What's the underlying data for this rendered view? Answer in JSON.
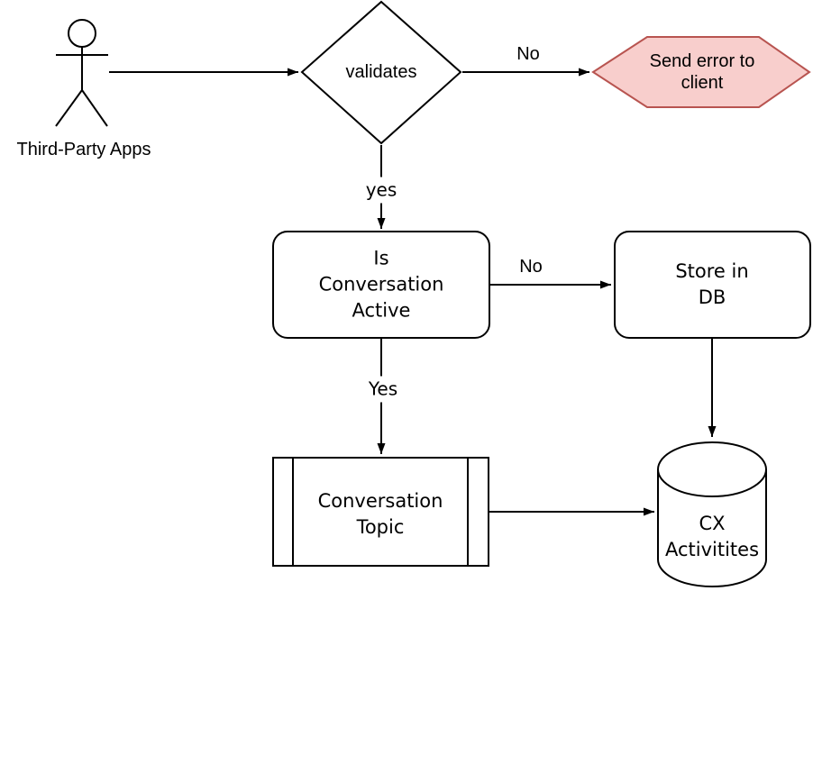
{
  "colors": {
    "background": "#ffffff",
    "line": "#000000",
    "error_fill": "#f8cecc",
    "error_stroke": "#b85450"
  },
  "diagram": {
    "actor": {
      "label": "Third-Party Apps"
    },
    "nodes": {
      "validates": {
        "label": "validates",
        "type": "decision"
      },
      "send_error": {
        "label": "Send error to client",
        "type": "hexagon"
      },
      "is_conversation_active": {
        "label": "Is\nConversation\nActive",
        "type": "rounded-rect"
      },
      "store_in_db": {
        "label": "Store in DB",
        "type": "rounded-rect"
      },
      "conversation_topic": {
        "label": "Conversation\nTopic",
        "type": "predefined-process"
      },
      "cx_activities": {
        "label": "CX\nActivitites",
        "type": "database-cylinder"
      }
    },
    "edge_labels": {
      "validates_no": "No",
      "validates_yes": "yes",
      "active_no": "No",
      "active_yes": "Yes"
    }
  }
}
